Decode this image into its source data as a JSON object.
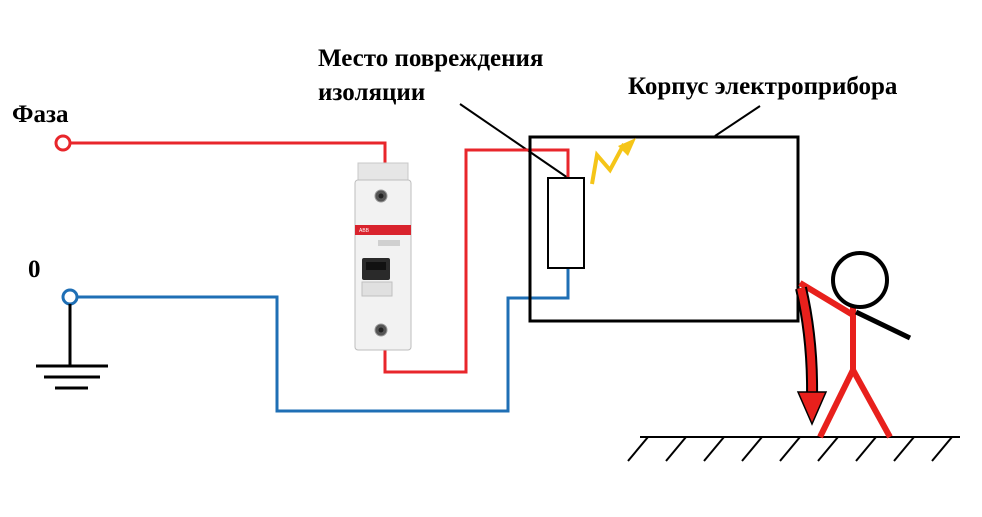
{
  "labels": {
    "phase": "Фаза",
    "zero": "0",
    "damage_line1": "Место повреждения",
    "damage_line2": "изоляции",
    "housing": "Корпус электроприбора"
  },
  "breaker": {
    "brand": "ABB"
  },
  "colors": {
    "phase_wire": "#e8262b",
    "neutral_wire": "#1f6fb5",
    "spark": "#f5c518",
    "person": "#e8201c",
    "outline": "#000000",
    "breaker_red_band": "#d9232d",
    "breaker_body": "#f2f2f2"
  },
  "icons": {
    "ground": "ground-symbol-icon",
    "spark": "lightning-spark-icon",
    "current_arrow": "current-arrow-icon",
    "person": "stick-figure-icon"
  }
}
